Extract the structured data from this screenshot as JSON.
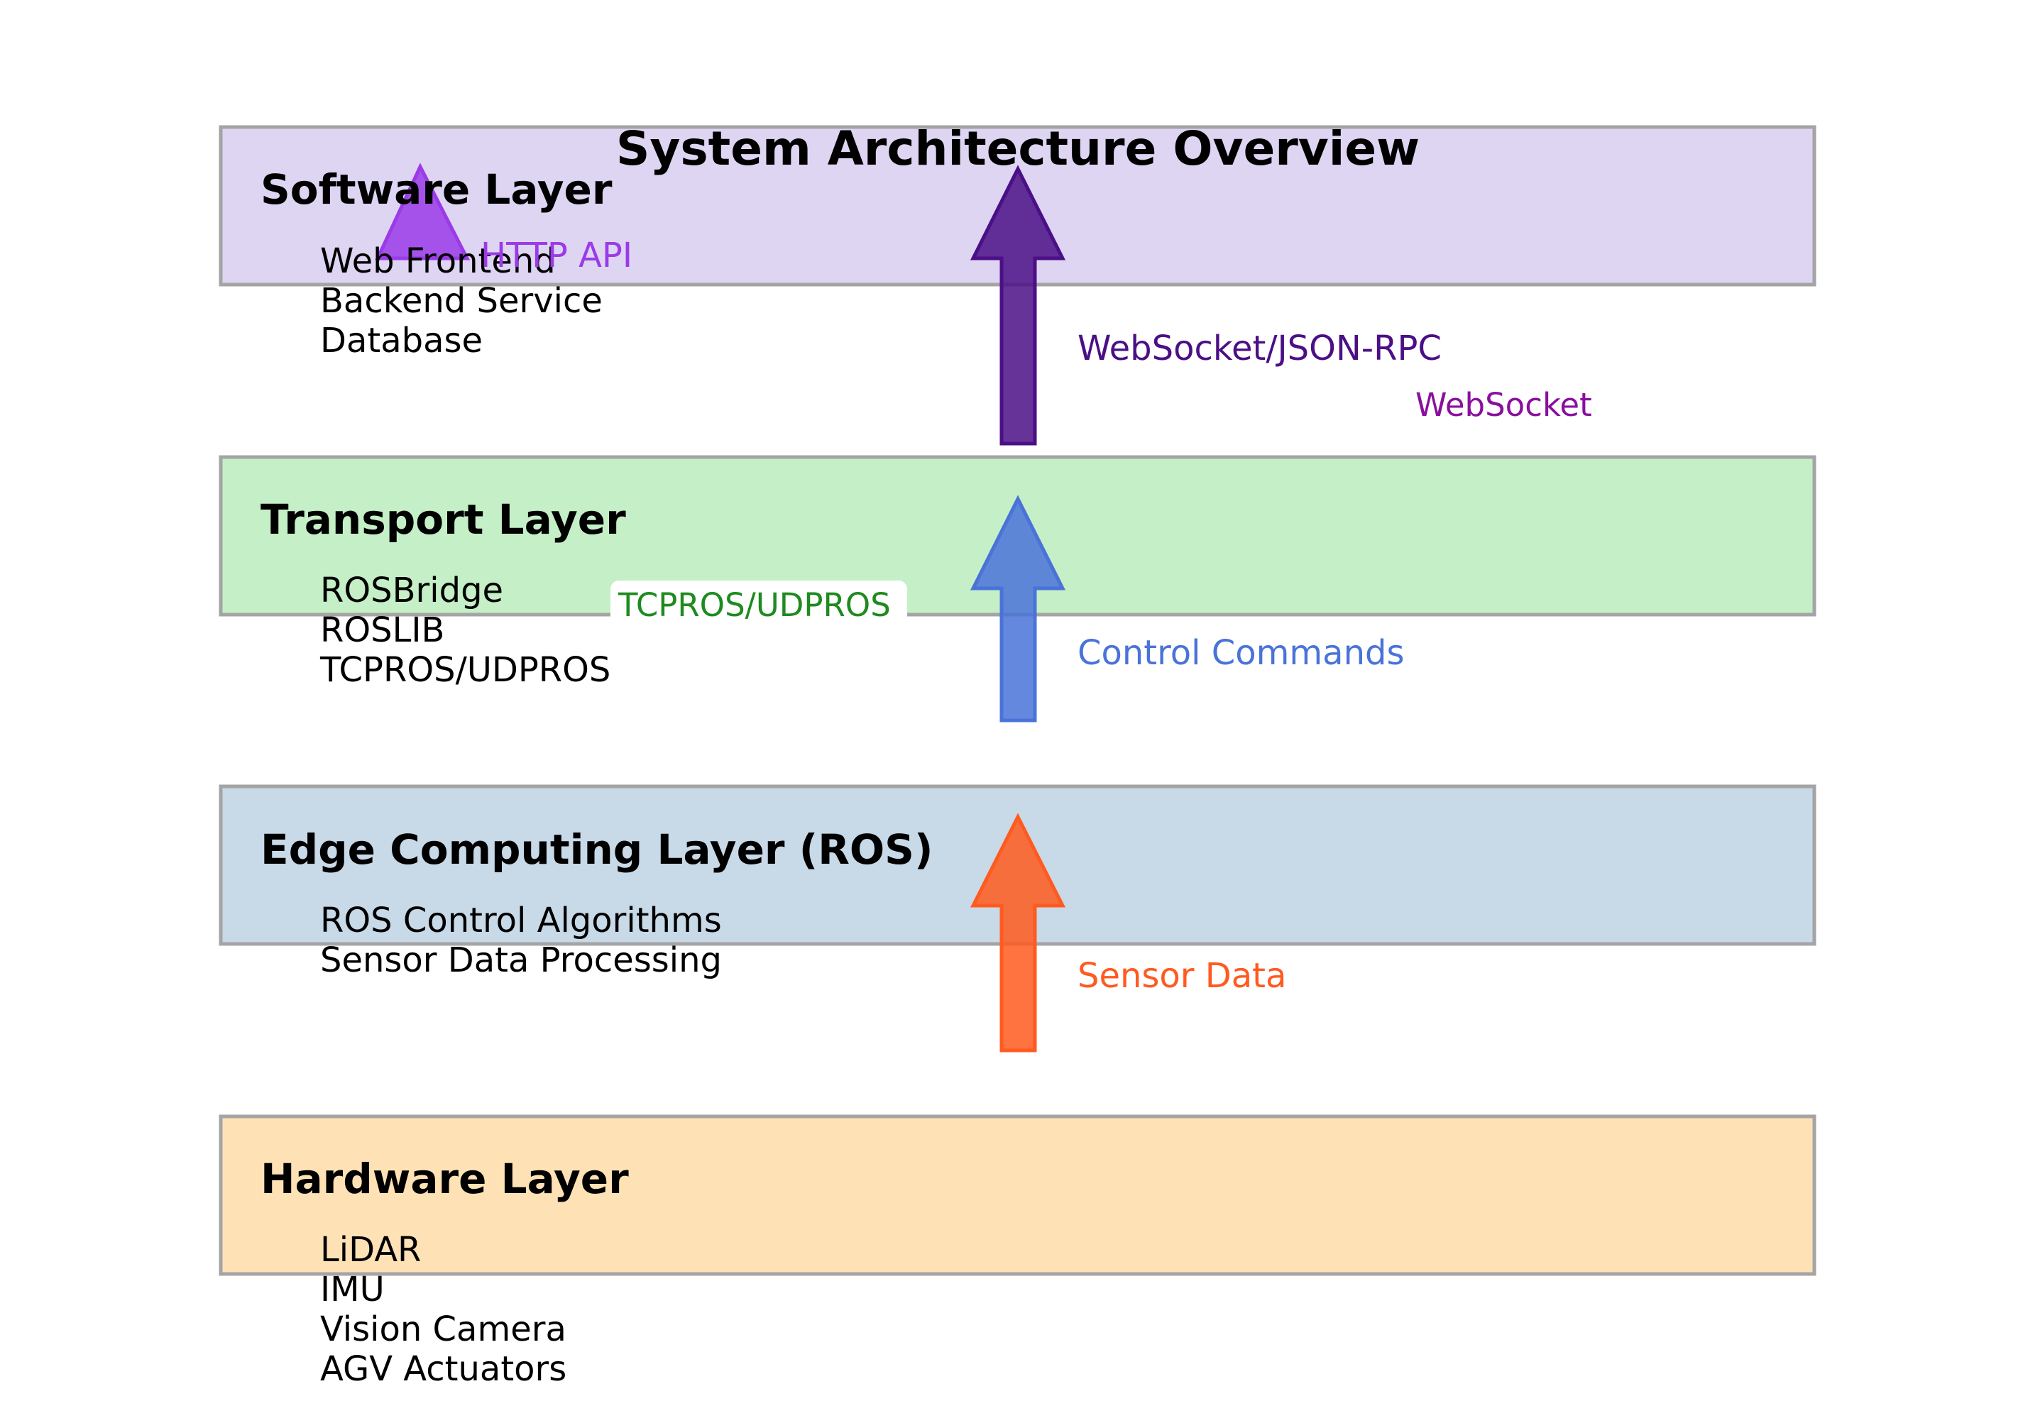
{
  "title": "System Architecture Overview",
  "layers": [
    {
      "name": "Software Layer",
      "fill": "#ddd3f3",
      "items": [
        "Web Frontend",
        "Backend Service",
        "Database"
      ]
    },
    {
      "name": "Transport Layer",
      "fill": "#c2efc3",
      "items": [
        "ROSBridge",
        "ROSLIB",
        "TCPROS/UDPROS"
      ]
    },
    {
      "name": "Edge Computing Layer (ROS)",
      "fill": "#c6d8e7",
      "items": [
        "ROS Control Algorithms",
        "Sensor Data Processing"
      ]
    },
    {
      "name": "Hardware Layer",
      "fill": "#fee1b2",
      "items": [
        "LiDAR",
        "IMU",
        "Vision Camera",
        "AGV Actuators"
      ]
    }
  ],
  "arrows": {
    "sensor": {
      "label": "Sensor Data",
      "color": "#ff5a1f"
    },
    "control": {
      "label": "Control Commands",
      "color": "#4a73d9"
    },
    "websocket_rpc": {
      "label": "WebSocket/JSON-RPC",
      "color": "#4b0f86"
    },
    "http": {
      "label": "HTTP API",
      "color": "#9b3be8"
    }
  },
  "labels": {
    "websocket": {
      "text": "WebSocket",
      "color": "#8a0f9e"
    },
    "tcpros": {
      "text": "TCPROS/UDPROS",
      "color": "#1f8a1f"
    }
  },
  "colors": {
    "box_border": "#a0a0a0",
    "text": "#000000"
  }
}
